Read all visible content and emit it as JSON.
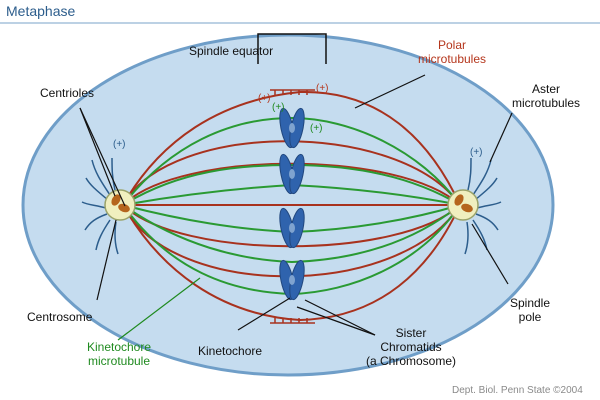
{
  "title": "Metaphase",
  "labels": {
    "spindle_equator": "Spindle equator",
    "polar_microtubules_1": "Polar",
    "polar_microtubules_2": "microtubules",
    "centrioles": "Centrioles",
    "aster_1": "Aster",
    "aster_2": "microtubules",
    "centrosome": "Centrosome",
    "kinetochore_mt_1": "Kinetochore",
    "kinetochore_mt_2": "microtubule",
    "kinetochore": "Kinetochore",
    "sister_1": "Sister",
    "sister_2": "Chromatids",
    "sister_3": "(a Chromosome)",
    "spindle_pole_1": "Spindle",
    "spindle_pole_2": "pole",
    "plus_sign": "(+)"
  },
  "credit": "Dept. Biol. Penn State ©2004",
  "colors": {
    "cell_fill": "#c5dcef",
    "cell_stroke": "#6f9ec8",
    "polar": "#a8321e",
    "kinetochore_mt": "#2a9a33",
    "chromosome": "#2f63ad",
    "centrosome_fill": "#f0efbf",
    "centriole": "#b5651d",
    "aster": "#2c5d8c"
  }
}
